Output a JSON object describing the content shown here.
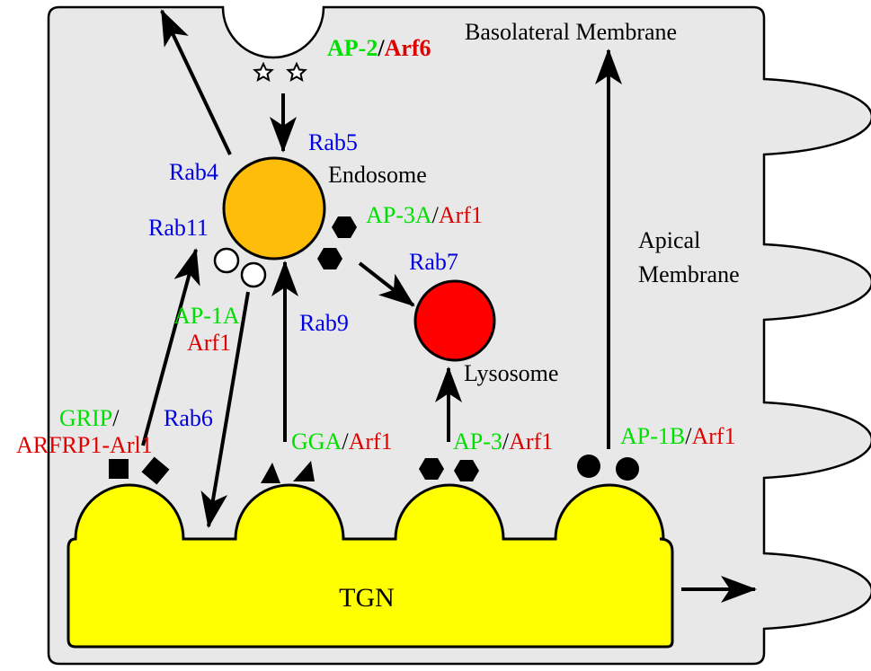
{
  "colors": {
    "cell_fill": "#e8e8e8",
    "endosome": "#fdbd08",
    "lysosome": "#ff0000",
    "tgn": "#ffff00",
    "adaptor_green": "#00e000",
    "arf_red": "#e00000",
    "rab_blue": "#0000e0",
    "black": "#000000"
  },
  "membranes": {
    "basolateral": "Basolateral Membrane",
    "apical_line1": "Apical",
    "apical_line2": "Membrane"
  },
  "organelles": {
    "endosome": "Endosome",
    "lysosome": "Lysosome",
    "tgn": "TGN"
  },
  "rabs": {
    "rab4": "Rab4",
    "rab5": "Rab5",
    "rab11": "Rab11",
    "rab7": "Rab7",
    "rab9": "Rab9",
    "rab6": "Rab6"
  },
  "complexes": {
    "ap2": {
      "adaptor": "AP-2",
      "sep": "/",
      "arf": "Arf6"
    },
    "ap3a": {
      "adaptor": "AP-3A",
      "sep": "/",
      "arf": "Arf1"
    },
    "ap1a": {
      "adaptor": "AP-1A",
      "arf": "Arf1"
    },
    "grip": {
      "adaptor": "GRIP",
      "sep": "/",
      "arf": "ARFRP1-Arl1"
    },
    "gga": {
      "adaptor": "GGA",
      "sep": "/",
      "arf": "Arf1"
    },
    "ap3": {
      "adaptor": "AP-3",
      "sep": "/",
      "arf": "Arf1"
    },
    "ap1b": {
      "adaptor": "AP-1B",
      "sep": "/",
      "arf": "Arf1"
    }
  }
}
